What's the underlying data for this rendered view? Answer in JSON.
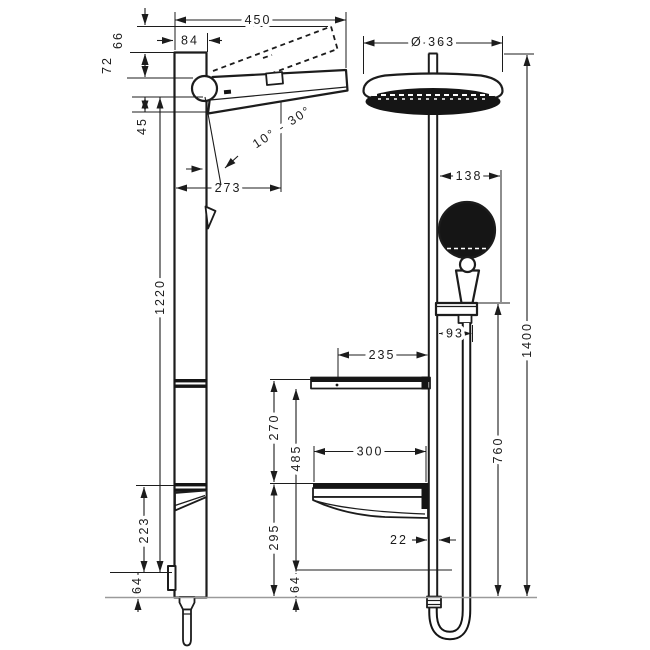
{
  "drawing": {
    "title": "shower-system-dimensional-drawing",
    "background": "#ffffff",
    "line_color": "#1c1c1c",
    "floor_line_color": "#9a9a9a",
    "views": {
      "side_view": {
        "dims": {
          "overall_depth": "450",
          "bracket_depth": "84",
          "top_offset": "66",
          "pivot_drop": "72",
          "arm_drop": "45",
          "arm_reach": "273",
          "tilt_range": "10° - 30°",
          "bar_length": "1220",
          "lower_section": "223",
          "outlet_height": "64"
        }
      },
      "front_view": {
        "dims": {
          "head_diameter": "Ø 363",
          "hand_shower_width": "138",
          "hose_offset": "93",
          "upper_shelf_depth": "235",
          "lower_shelf_width": "300",
          "shelf_spacing": "270",
          "shelf_to_base": "485",
          "lower_shelf_height": "295",
          "pipe_diameter": "22",
          "holder_height": "760",
          "total_height": "1400",
          "base_offset": "64"
        }
      }
    }
  }
}
